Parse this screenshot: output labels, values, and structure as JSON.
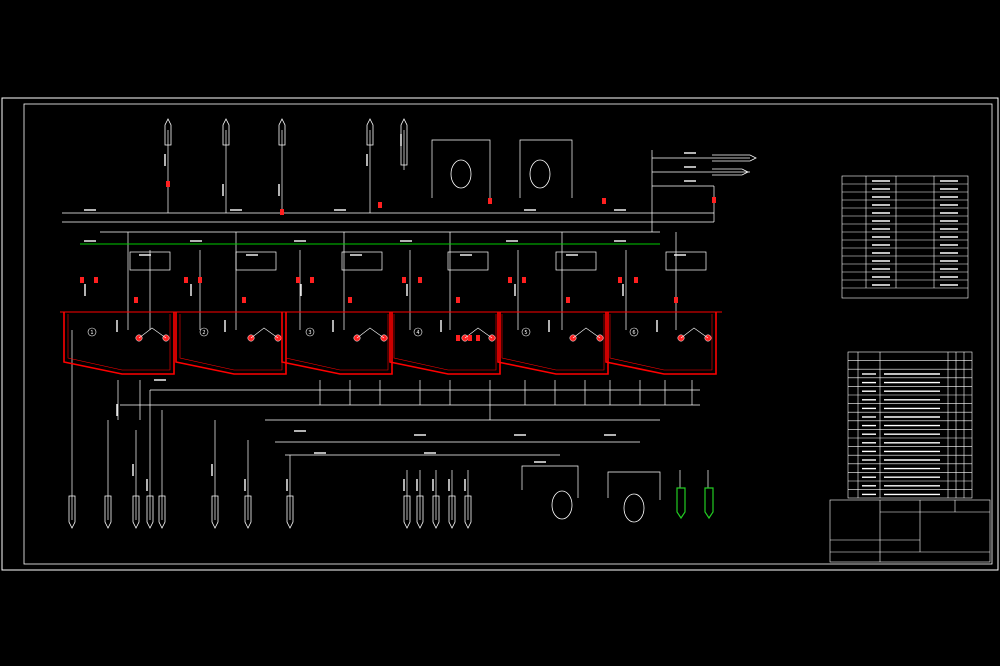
{
  "colors": {
    "background": "#000000",
    "linework": "#ffffff",
    "process_zone": "#ff0000",
    "header_line": "#00cc00",
    "valve_marker": "#ff2020",
    "highlight_tank": "#22cc22"
  },
  "diagram": {
    "tank_cell_count": 6,
    "tank_labels": [
      "1",
      "2",
      "3",
      "4",
      "5",
      "6"
    ],
    "drawing_title": ""
  }
}
